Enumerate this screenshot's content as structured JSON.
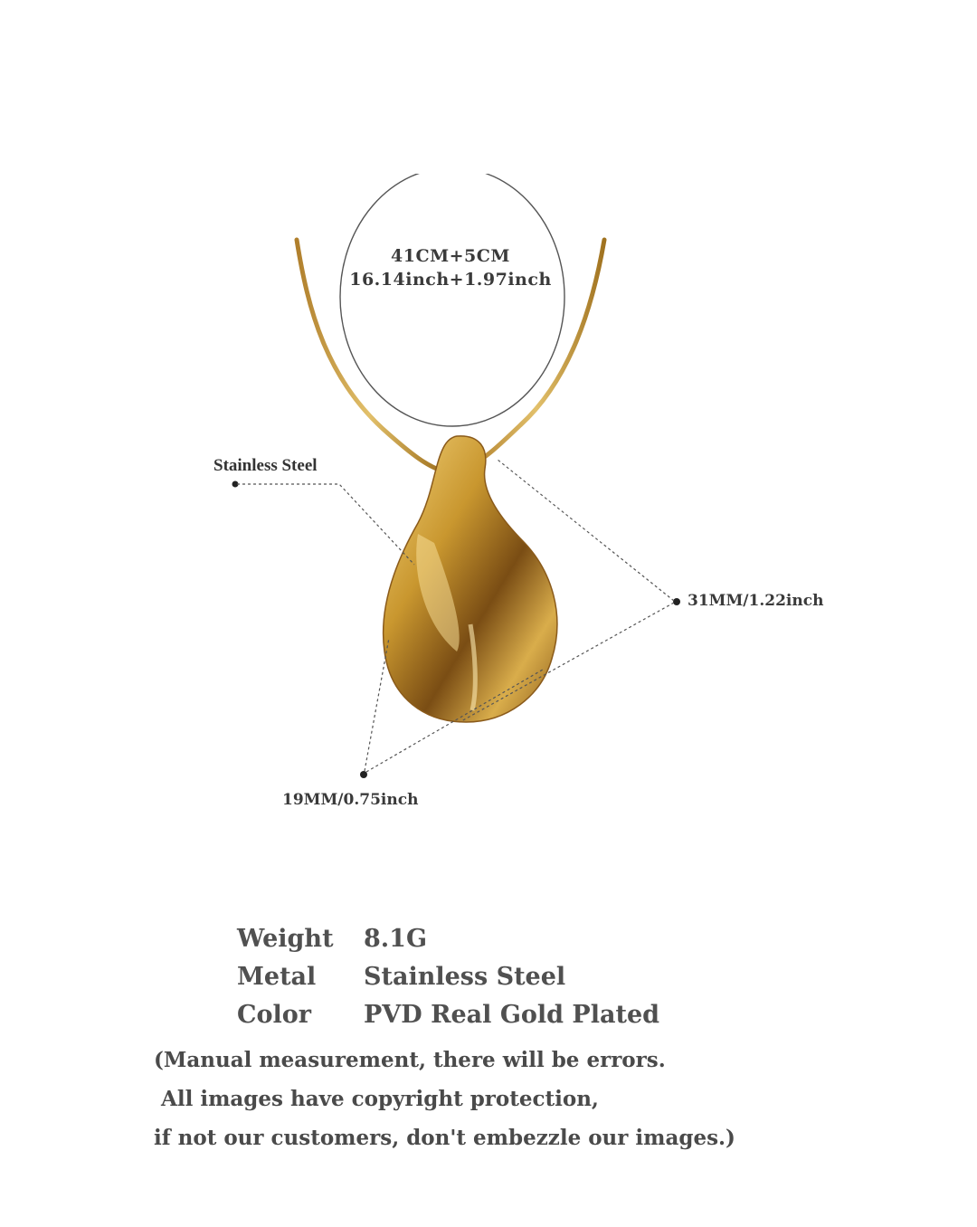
{
  "diagram": {
    "chain_length_cm": "41CM+5CM",
    "chain_length_inch": "16.14inch+1.97inch",
    "material_label": "Stainless Steel",
    "length_label": "31MM/1.22inch",
    "width_label": "19MM/0.75inch",
    "colors": {
      "gold": "#b8862b",
      "gold_light": "#e8c46a",
      "gold_dark": "#6b4412",
      "line": "#555555"
    }
  },
  "specs": [
    {
      "key": "Weight",
      "value": "8.1G"
    },
    {
      "key": "Metal",
      "value": "Stainless Steel"
    },
    {
      "key": "Color",
      "value": "PVD Real Gold Plated"
    }
  ],
  "notes": [
    "(Manual measurement, there will be errors.",
    " All images have copyright protection,",
    "if not our customers, don't embezzle our images.)"
  ]
}
